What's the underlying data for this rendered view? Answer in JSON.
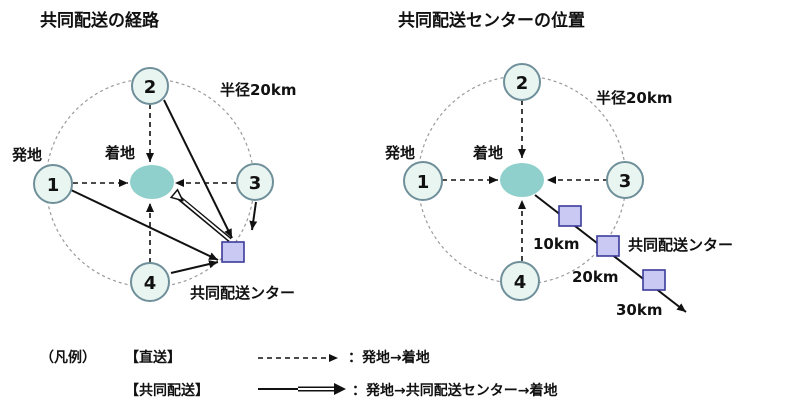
{
  "left": {
    "title": "共同配送の経路",
    "radius_label": "半径20km",
    "origin_label": "発地",
    "destination_label": "着地",
    "center_label": "共同配送ンター",
    "nodes": [
      "1",
      "2",
      "3",
      "4"
    ]
  },
  "right": {
    "title": "共同配送センターの位置",
    "radius_label": "半径20km",
    "origin_label": "発地",
    "destination_label": "着地",
    "center_label": "共同配送ンター",
    "nodes": [
      "1",
      "2",
      "3",
      "4"
    ],
    "distances": [
      "10km",
      "20km",
      "30km"
    ]
  },
  "legend": {
    "title": "（凡例）",
    "direct_label": "【直送】",
    "direct_desc": "：発地→着地",
    "joint_label": "【共同配送】",
    "joint_desc": "：発地→共同配送センター→着地"
  },
  "colors": {
    "node_fill": "#e9f5f1",
    "node_stroke": "#6f8f9a",
    "destination_fill": "#8fcfcc",
    "center_fill": "#c9c9f3",
    "center_stroke": "#3b3b9b",
    "circle_stroke": "#9a9a9a"
  }
}
